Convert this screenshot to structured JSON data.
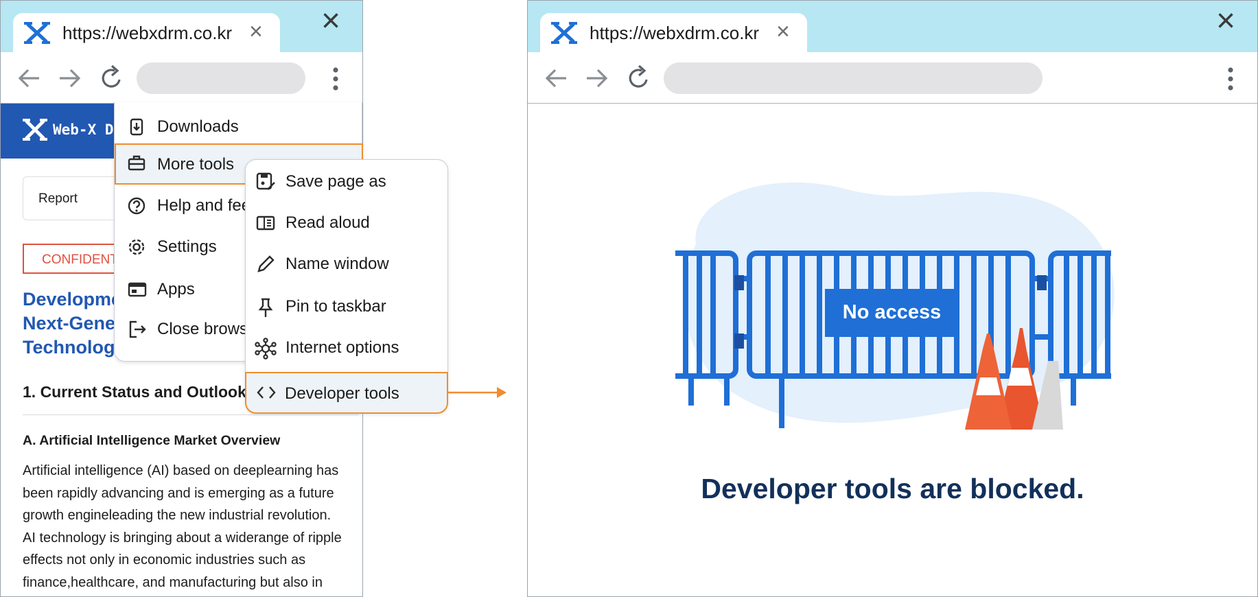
{
  "left_browser": {
    "tab": {
      "url": "https://webxdrm.co.kr",
      "close": "×"
    },
    "window_close": "×",
    "page": {
      "brand": "Web-X D",
      "report_label": "Report",
      "badge": "CONFIDENT",
      "title_lines": [
        "Developme",
        "Next-Gene",
        "Technology"
      ],
      "section_heading": "1. Current Status and Outlook",
      "subheading": "A. Artificial Intelligence Market Overview",
      "body_lines": [
        "Artificial intelligence (AI) based on deeplearning has",
        "been rapidly advancing and is emerging as a future",
        "growth engineleading the new industrial revolution.",
        "AI technology is bringing about a widerange of ripple",
        "effects not only in economic industries such as",
        "finance,healthcare, and manufacturing but also in"
      ]
    },
    "menu": {
      "items": [
        {
          "label": "Downloads",
          "icon": "download-icon"
        },
        {
          "label": "More tools",
          "icon": "toolbox-icon"
        },
        {
          "label": "Help and fee",
          "icon": "help-icon"
        },
        {
          "label": "Settings",
          "icon": "gear-icon"
        },
        {
          "label": "Apps",
          "icon": "apps-icon"
        },
        {
          "label": "Close brows",
          "icon": "exit-icon"
        }
      ]
    },
    "submenu": {
      "items": [
        {
          "label": "Save page as",
          "icon": "save-page-icon"
        },
        {
          "label": "Read aloud",
          "icon": "read-aloud-icon"
        },
        {
          "label": "Name window",
          "icon": "pencil-icon"
        },
        {
          "label": "Pin to taskbar",
          "icon": "pin-icon"
        },
        {
          "label": "Internet options",
          "icon": "network-icon"
        },
        {
          "label": "Developer tools",
          "icon": "code-icon"
        }
      ]
    }
  },
  "right_browser": {
    "tab": {
      "url": "https://webxdrm.co.kr",
      "close": "×"
    },
    "window_close": "×",
    "sign_text": "No access",
    "message": "Developer tools are blocked."
  },
  "colors": {
    "tab_bar": "#b6e7f3",
    "brand_blue": "#2158b2",
    "accent_orange": "#f08c2e",
    "barrier_blue": "#1f6fd6",
    "message_navy": "#12305a",
    "confidential_red": "#e0513f"
  }
}
